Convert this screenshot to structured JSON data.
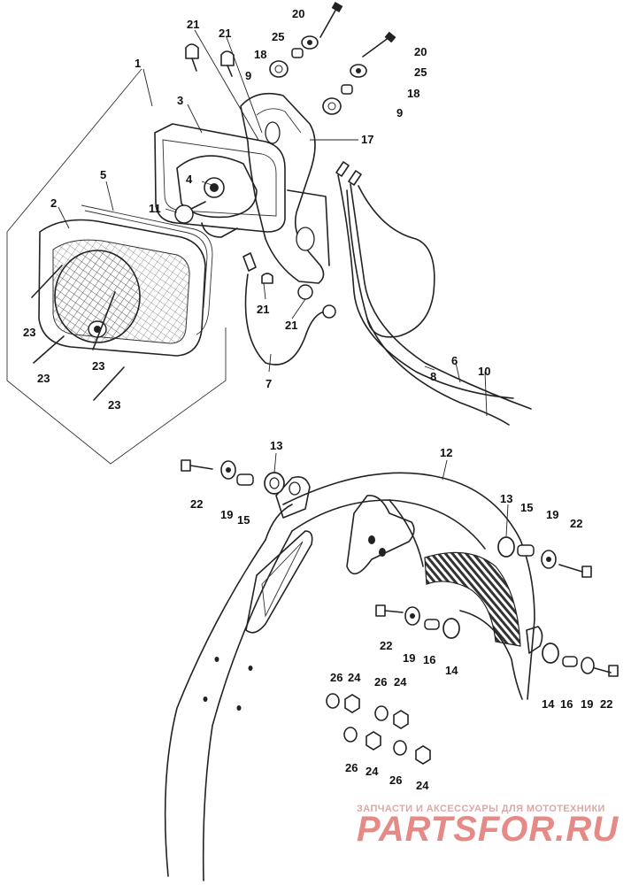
{
  "diagram": {
    "callouts": {
      "c1": "1",
      "c2": "2",
      "c3": "3",
      "c4": "4",
      "c5": "5",
      "c6": "6",
      "c7": "7",
      "c8": "8",
      "c9a": "9",
      "c9b": "9",
      "c10": "10",
      "c11": "11",
      "c12": "12",
      "c13a": "13",
      "c13b": "13",
      "c14a": "14",
      "c14b": "14",
      "c15a": "15",
      "c15b": "15",
      "c16a": "16",
      "c16b": "16",
      "c17": "17",
      "c18a": "18",
      "c18b": "18",
      "c19a": "19",
      "c19b": "19",
      "c19c": "19",
      "c19d": "19",
      "c20a": "20",
      "c20b": "20",
      "c21a": "21",
      "c21b": "21",
      "c21c": "21",
      "c21d": "21",
      "c22a": "22",
      "c22b": "22",
      "c22c": "22",
      "c22d": "22",
      "c23a": "23",
      "c23b": "23",
      "c23c": "23",
      "c23d": "23",
      "c24a": "24",
      "c24b": "24",
      "c24c": "24",
      "c24d": "24",
      "c25a": "25",
      "c25b": "25",
      "c26a": "26",
      "c26b": "26",
      "c26c": "26",
      "c26d": "26"
    }
  },
  "watermark": {
    "tagline": "ЗАПЧАСТИ И АКСЕССУАРЫ ДЛЯ МОТОТЕХНИКИ",
    "logo": "PARTSFOR.RU",
    "logo_color": "#e58a86"
  }
}
